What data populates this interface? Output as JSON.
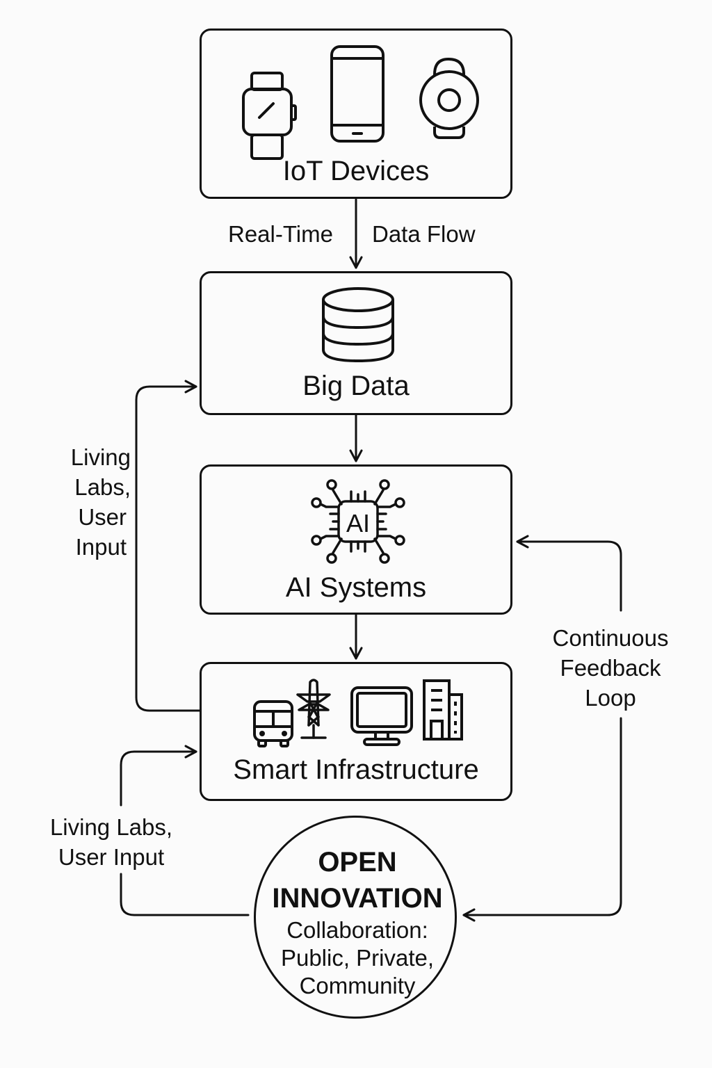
{
  "diagram": {
    "nodes": {
      "iot": {
        "label": "IoT Devices",
        "icons": [
          "smartwatch-icon",
          "smartphone-icon",
          "wearable-sensor-icon"
        ]
      },
      "bigdata": {
        "label": "Big Data",
        "icons": [
          "database-icon"
        ]
      },
      "ai": {
        "label": "AI Systems",
        "icons": [
          "ai-chip-icon"
        ],
        "chip_text": "AI"
      },
      "infra": {
        "label": "Smart Infrastructure",
        "icons": [
          "bus-icon",
          "power-pylon-icon",
          "monitor-icon",
          "building-icon"
        ]
      },
      "open_innovation": {
        "title_line1": "OPEN",
        "title_line2": "INNOVATION",
        "sub_line1": "Collaboration:",
        "sub_line2": "Public, Private,",
        "sub_line3": "Community"
      }
    },
    "edges": {
      "realtime": {
        "left": "Real-Time",
        "right": "Data Flow"
      },
      "living_labs_upper": {
        "line1": "Living",
        "line2": "Labs,",
        "line3": "User",
        "line4": "Input"
      },
      "living_labs_lower": {
        "line1": "Living Labs,",
        "line2": "User Input"
      },
      "feedback": {
        "line1": "Continuous",
        "line2": "Feedback",
        "line3": "Loop"
      }
    },
    "colors": {
      "stroke": "#111111",
      "background": "#fbfbfb"
    }
  }
}
